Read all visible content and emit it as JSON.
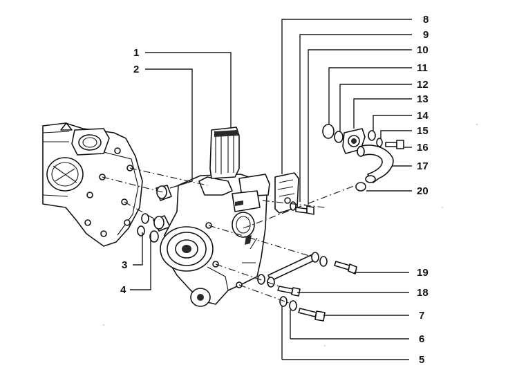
{
  "callouts": [
    {
      "id": "c1",
      "label": "1"
    },
    {
      "id": "c2",
      "label": "2"
    },
    {
      "id": "c3",
      "label": "3"
    },
    {
      "id": "c4",
      "label": "4"
    },
    {
      "id": "c5",
      "label": "5"
    },
    {
      "id": "c6",
      "label": "6"
    },
    {
      "id": "c7",
      "label": "7"
    },
    {
      "id": "c8",
      "label": "8"
    },
    {
      "id": "c9",
      "label": "9"
    },
    {
      "id": "c10",
      "label": "10"
    },
    {
      "id": "c11",
      "label": "11"
    },
    {
      "id": "c12",
      "label": "12"
    },
    {
      "id": "c13",
      "label": "13"
    },
    {
      "id": "c14",
      "label": "14"
    },
    {
      "id": "c15",
      "label": "15"
    },
    {
      "id": "c16",
      "label": "16"
    },
    {
      "id": "c17",
      "label": "17"
    },
    {
      "id": "c18",
      "label": "18"
    },
    {
      "id": "c19",
      "label": "19"
    },
    {
      "id": "c20",
      "label": "20"
    }
  ],
  "colors": {
    "ink": "#111111",
    "paper": "#ffffff"
  }
}
